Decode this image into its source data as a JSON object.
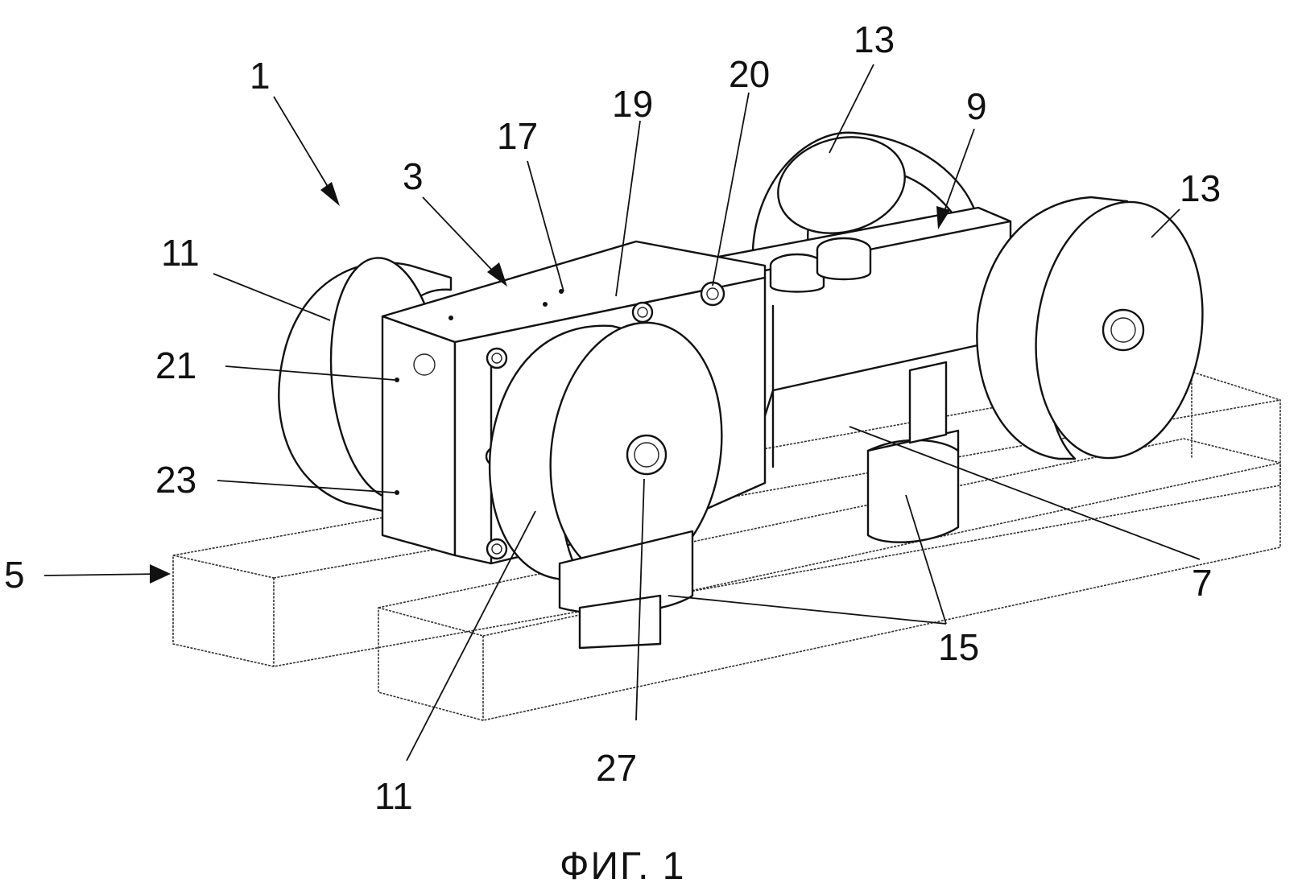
{
  "figure": {
    "caption": "ФИГ. 1",
    "labels": {
      "l1": "1",
      "l3": "3",
      "l5": "5",
      "l7": "7",
      "l9": "9",
      "l11a": "11",
      "l11b": "11",
      "l13a": "13",
      "l13b": "13",
      "l15": "15",
      "l17": "17",
      "l19": "19",
      "l20": "20",
      "l21": "21",
      "l23": "23",
      "l27": "27"
    }
  }
}
